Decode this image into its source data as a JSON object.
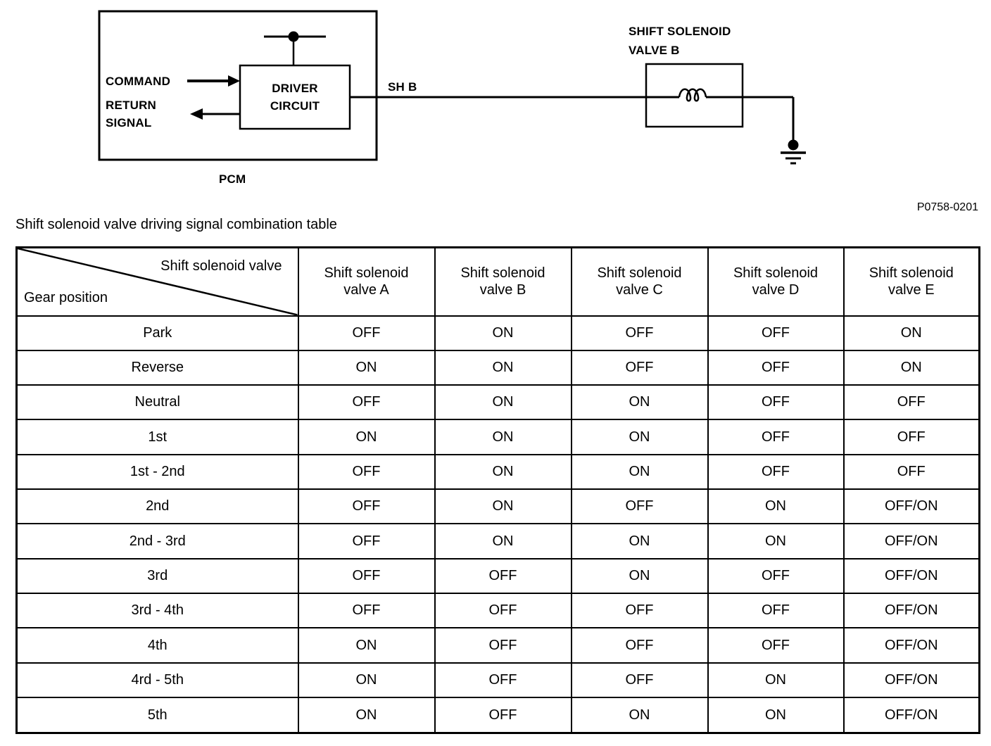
{
  "diagram": {
    "command_label": "COMMAND",
    "return_signal_label": "RETURN SIGNAL",
    "driver_circuit_label": "DRIVER CIRCUIT",
    "pcm_label": "PCM",
    "wire_label": "SH B",
    "solenoid_label": "SHIFT SOLENOID VALVE B"
  },
  "figure_code": "P0758-0201",
  "table": {
    "title": "Shift solenoid valve driving signal combination table",
    "corner": {
      "top_right": "Shift solenoid valve",
      "bottom_left": "Gear position"
    },
    "columns": [
      "Shift solenoid valve A",
      "Shift solenoid valve B",
      "Shift solenoid valve C",
      "Shift solenoid valve D",
      "Shift solenoid valve E"
    ],
    "rows": [
      {
        "gear": "Park",
        "a": "OFF",
        "b": "ON",
        "c": "OFF",
        "d": "OFF",
        "e": "ON"
      },
      {
        "gear": "Reverse",
        "a": "ON",
        "b": "ON",
        "c": "OFF",
        "d": "OFF",
        "e": "ON"
      },
      {
        "gear": "Neutral",
        "a": "OFF",
        "b": "ON",
        "c": "ON",
        "d": "OFF",
        "e": "OFF"
      },
      {
        "gear": "1st",
        "a": "ON",
        "b": "ON",
        "c": "ON",
        "d": "OFF",
        "e": "OFF"
      },
      {
        "gear": "1st - 2nd",
        "a": "OFF",
        "b": "ON",
        "c": "ON",
        "d": "OFF",
        "e": "OFF"
      },
      {
        "gear": "2nd",
        "a": "OFF",
        "b": "ON",
        "c": "OFF",
        "d": "ON",
        "e": "OFF/ON"
      },
      {
        "gear": "2nd - 3rd",
        "a": "OFF",
        "b": "ON",
        "c": "ON",
        "d": "ON",
        "e": "OFF/ON"
      },
      {
        "gear": "3rd",
        "a": "OFF",
        "b": "OFF",
        "c": "ON",
        "d": "OFF",
        "e": "OFF/ON"
      },
      {
        "gear": "3rd - 4th",
        "a": "OFF",
        "b": "OFF",
        "c": "OFF",
        "d": "OFF",
        "e": "OFF/ON"
      },
      {
        "gear": "4th",
        "a": "ON",
        "b": "OFF",
        "c": "OFF",
        "d": "OFF",
        "e": "OFF/ON"
      },
      {
        "gear": "4rd - 5th",
        "a": "ON",
        "b": "OFF",
        "c": "OFF",
        "d": "ON",
        "e": "OFF/ON"
      },
      {
        "gear": "5th",
        "a": "ON",
        "b": "OFF",
        "c": "ON",
        "d": "ON",
        "e": "OFF/ON"
      }
    ]
  },
  "colors": {
    "ink": "#000000",
    "background": "#ffffff"
  }
}
